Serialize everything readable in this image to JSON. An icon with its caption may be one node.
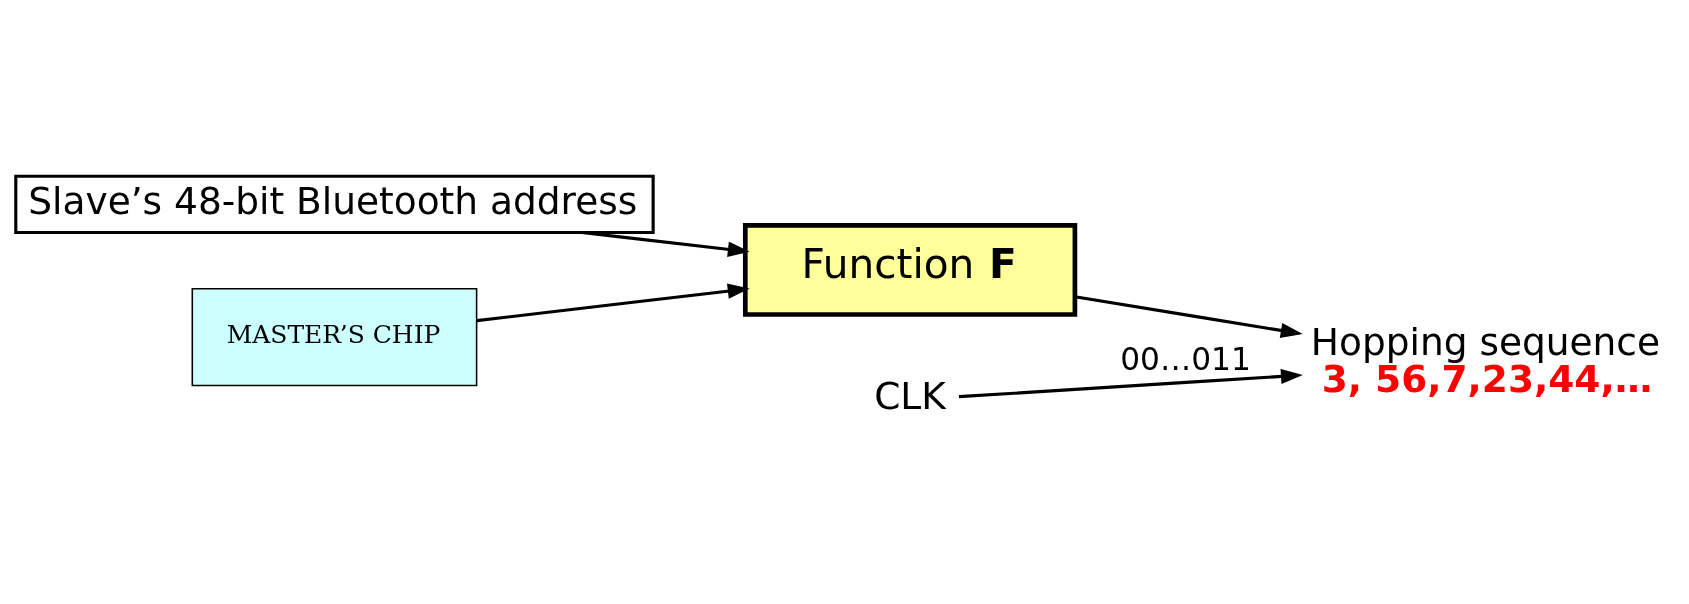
{
  "diagram": {
    "nodes": [
      {
        "text": [
          "Slave’s 48-bit Bluetooth address"
        ]
      },
      {
        "text": [
          "Function **F**"
        ]
      },
      {
        "text": [
          "Hopping sequence",
          "3, 56,7,23,44,…"
        ]
      },
      {
        "text": [
          "MASTER’S CHIP"
        ]
      },
      {
        "text": [
          "CLK"
        ]
      }
    ],
    "edges": [
      {
        "from": 0,
        "to": 1,
        "arrow": "to"
      },
      {
        "from": 1,
        "to": 2,
        "arrow": "to"
      },
      {
        "from": 3,
        "to": 1,
        "arrow": "to"
      },
      {
        "from": 4,
        "to": 2,
        "arrow": "to",
        "label": "00…011"
      }
    ]
  }
}
